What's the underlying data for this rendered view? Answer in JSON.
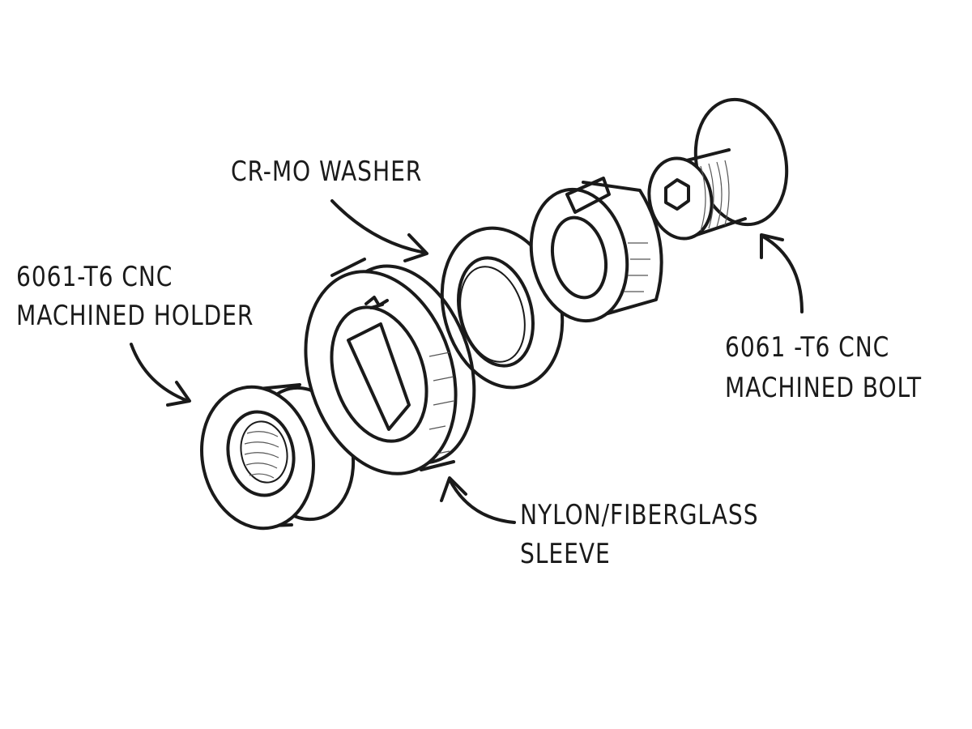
{
  "labels": {
    "washer": "CR-MO WASHER",
    "holder": [
      "6061-T6 CNC",
      "MACHINED HOLDER"
    ],
    "sleeve": [
      "NYLON/FIBERGLASS",
      "SLEEVE"
    ],
    "bolt": [
      "6061 -T6 CNC",
      "MACHINED BOLT"
    ]
  },
  "colors": {
    "ink": "#1a1a1a",
    "background": "#ffffff"
  }
}
